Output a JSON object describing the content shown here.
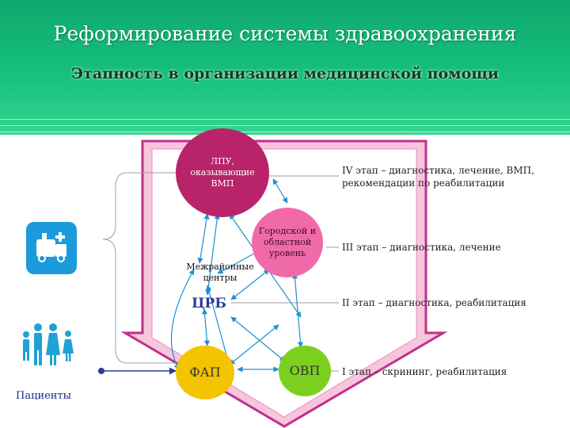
{
  "title": "Реформирование системы здравоохранения",
  "subtitle": "Этапность в организации медицинской помощи",
  "nodes": {
    "lpu": "ЛПУ, оказывающие ВМП",
    "regional": "Городской и областной уровень",
    "interdistrict": "Межрайонные центры",
    "crb": "ЦРБ",
    "fap": "ФАП",
    "ovp": "ОВП"
  },
  "stages": {
    "iv": "IV этап – диагностика, лечение, ВМП,",
    "iv_line2": "рекомендации по реабилитации",
    "iii": "III этап – диагностика, лечение",
    "ii": "II этап – диагностика, реабилитация",
    "i": "I этап – скрининг, реабилитация"
  },
  "patients_label": "Пациенты",
  "icons": [
    "ambulance-icon",
    "family-icon"
  ],
  "colors": {
    "header_green": "#16c07d",
    "arrow_frame": "#c0308a",
    "arrow_fill": "#f7c6dd",
    "lpu_circle": "#b8236a",
    "regional_circle": "#f06aa9",
    "fap_circle": "#f5c400",
    "ovp_circle": "#7ccf1f",
    "connector_blue": "#1d8fd0"
  }
}
